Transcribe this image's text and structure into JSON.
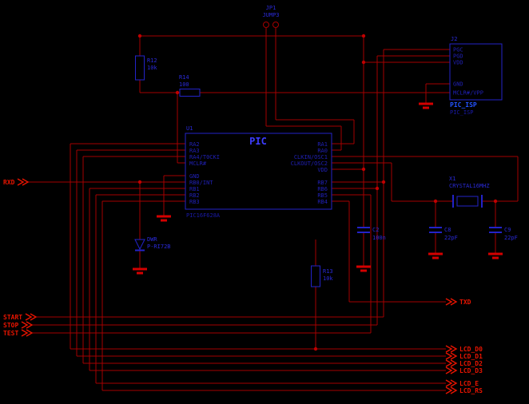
{
  "colors": {
    "background": "#000000",
    "wire": "#a40000",
    "junction": "#c00000",
    "ground": "#d40000",
    "port_text": "#e81400",
    "symbol_outline": "#2323c8",
    "label_text": "#2a2ad8",
    "pin_text": "#2020b4",
    "ic_title": "#3d3dff",
    "bright_label": "#2453ff",
    "part_text": "#1a1aa8"
  },
  "pic": {
    "ref": "U1",
    "name": "PIC",
    "part": "PIC16F628A",
    "left_pins": [
      "RA2",
      "RA3",
      "RA4/T0CKI",
      "MCLR#",
      "GND",
      "RB0/INT",
      "RB1",
      "RB2",
      "RB3"
    ],
    "right_pins": [
      "RA1",
      "RA0",
      "CLKIN/OSC1",
      "CLKOUT/OSC2",
      "VDD",
      "RB7",
      "RB6",
      "RB5",
      "RB4"
    ]
  },
  "isp_connector": {
    "ref": "J2",
    "pins": [
      "PGC",
      "PGD",
      "VDD",
      "GND",
      "MCLR#/VPP"
    ],
    "name": "PIC_ISP",
    "value": "PIC_ISP"
  },
  "jumper": {
    "ref": "JP1",
    "value": "JUMP3"
  },
  "r12": {
    "ref": "R12",
    "value": "10k"
  },
  "r14": {
    "ref": "R14",
    "value": "100"
  },
  "r13": {
    "ref": "R13",
    "value": "10k"
  },
  "c2": {
    "ref": "C2",
    "value": "100n"
  },
  "c8": {
    "ref": "C8",
    "value": "22pF"
  },
  "c9": {
    "ref": "C9",
    "value": "22pF"
  },
  "crystal": {
    "ref": "X1",
    "value": "CRYSTAL16MHZ"
  },
  "diode": {
    "ref": "DWR",
    "value": "P-RI72B"
  },
  "ports": {
    "rxd": "RXD",
    "txd": "TXD",
    "start": "START",
    "stop": "STOP",
    "test": "TEST",
    "lcd_d0": "LCD_D0",
    "lcd_d1": "LCD_D1",
    "lcd_d2": "LCD_D2",
    "lcd_d3": "LCD_D3",
    "lcd_e": "LCD_E",
    "lcd_rs": "LCD_RS"
  }
}
